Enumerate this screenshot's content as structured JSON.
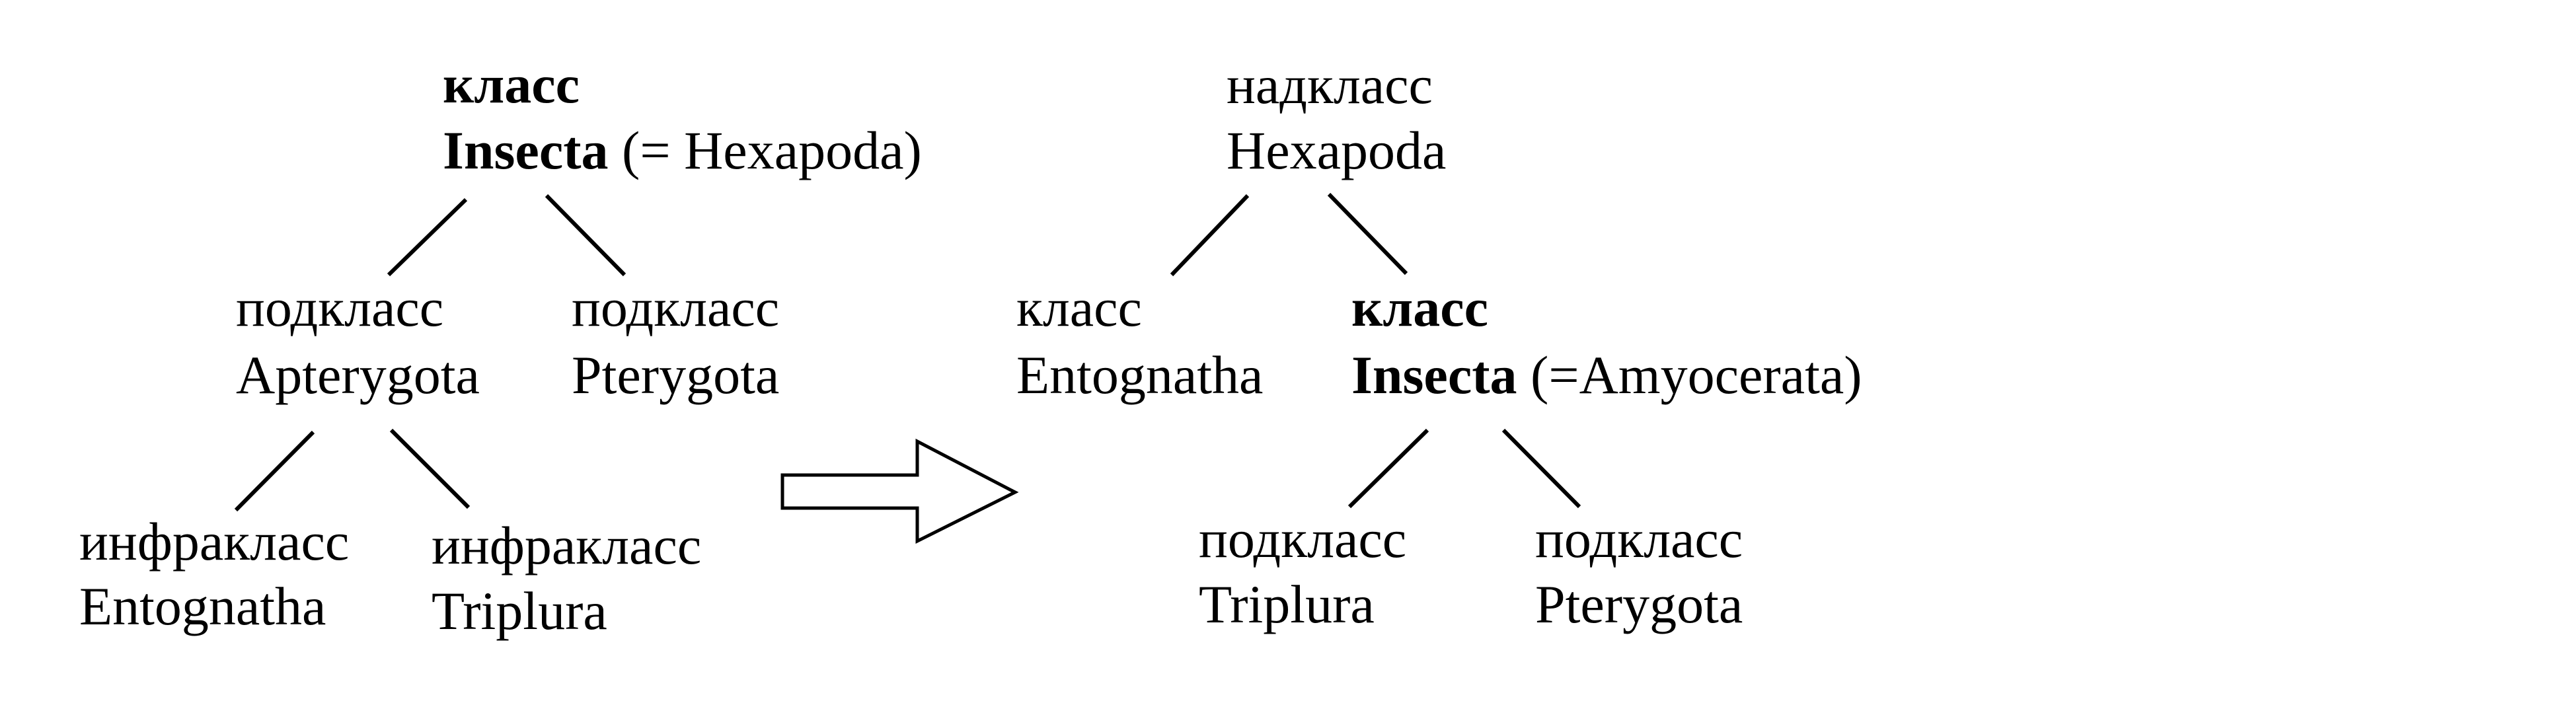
{
  "old_scheme": {
    "root": {
      "rank": "класс",
      "name": "Insecta",
      "synonym": "(= Hexapoda)"
    },
    "left_child": {
      "rank": "подкласс",
      "name": "Apterygota"
    },
    "right_child": {
      "rank": "подкласс",
      "name": "Pterygota"
    },
    "left_grandchild": {
      "rank": "инфракласс",
      "name": "Entognatha"
    },
    "right_grandchild": {
      "rank": "инфракласс",
      "name": "Triplura"
    }
  },
  "new_scheme": {
    "root": {
      "rank": "надкласс",
      "name": "Hexapoda"
    },
    "left_child": {
      "rank": "класс",
      "name": "Entognatha"
    },
    "right_child": {
      "rank": "класс",
      "name": "Insecta",
      "synonym": "(=Amyocerata)"
    },
    "left_grandchild": {
      "rank": "подкласс",
      "name": "Triplura"
    },
    "right_grandchild": {
      "rank": "подкласс",
      "name": "Pterygota"
    }
  }
}
